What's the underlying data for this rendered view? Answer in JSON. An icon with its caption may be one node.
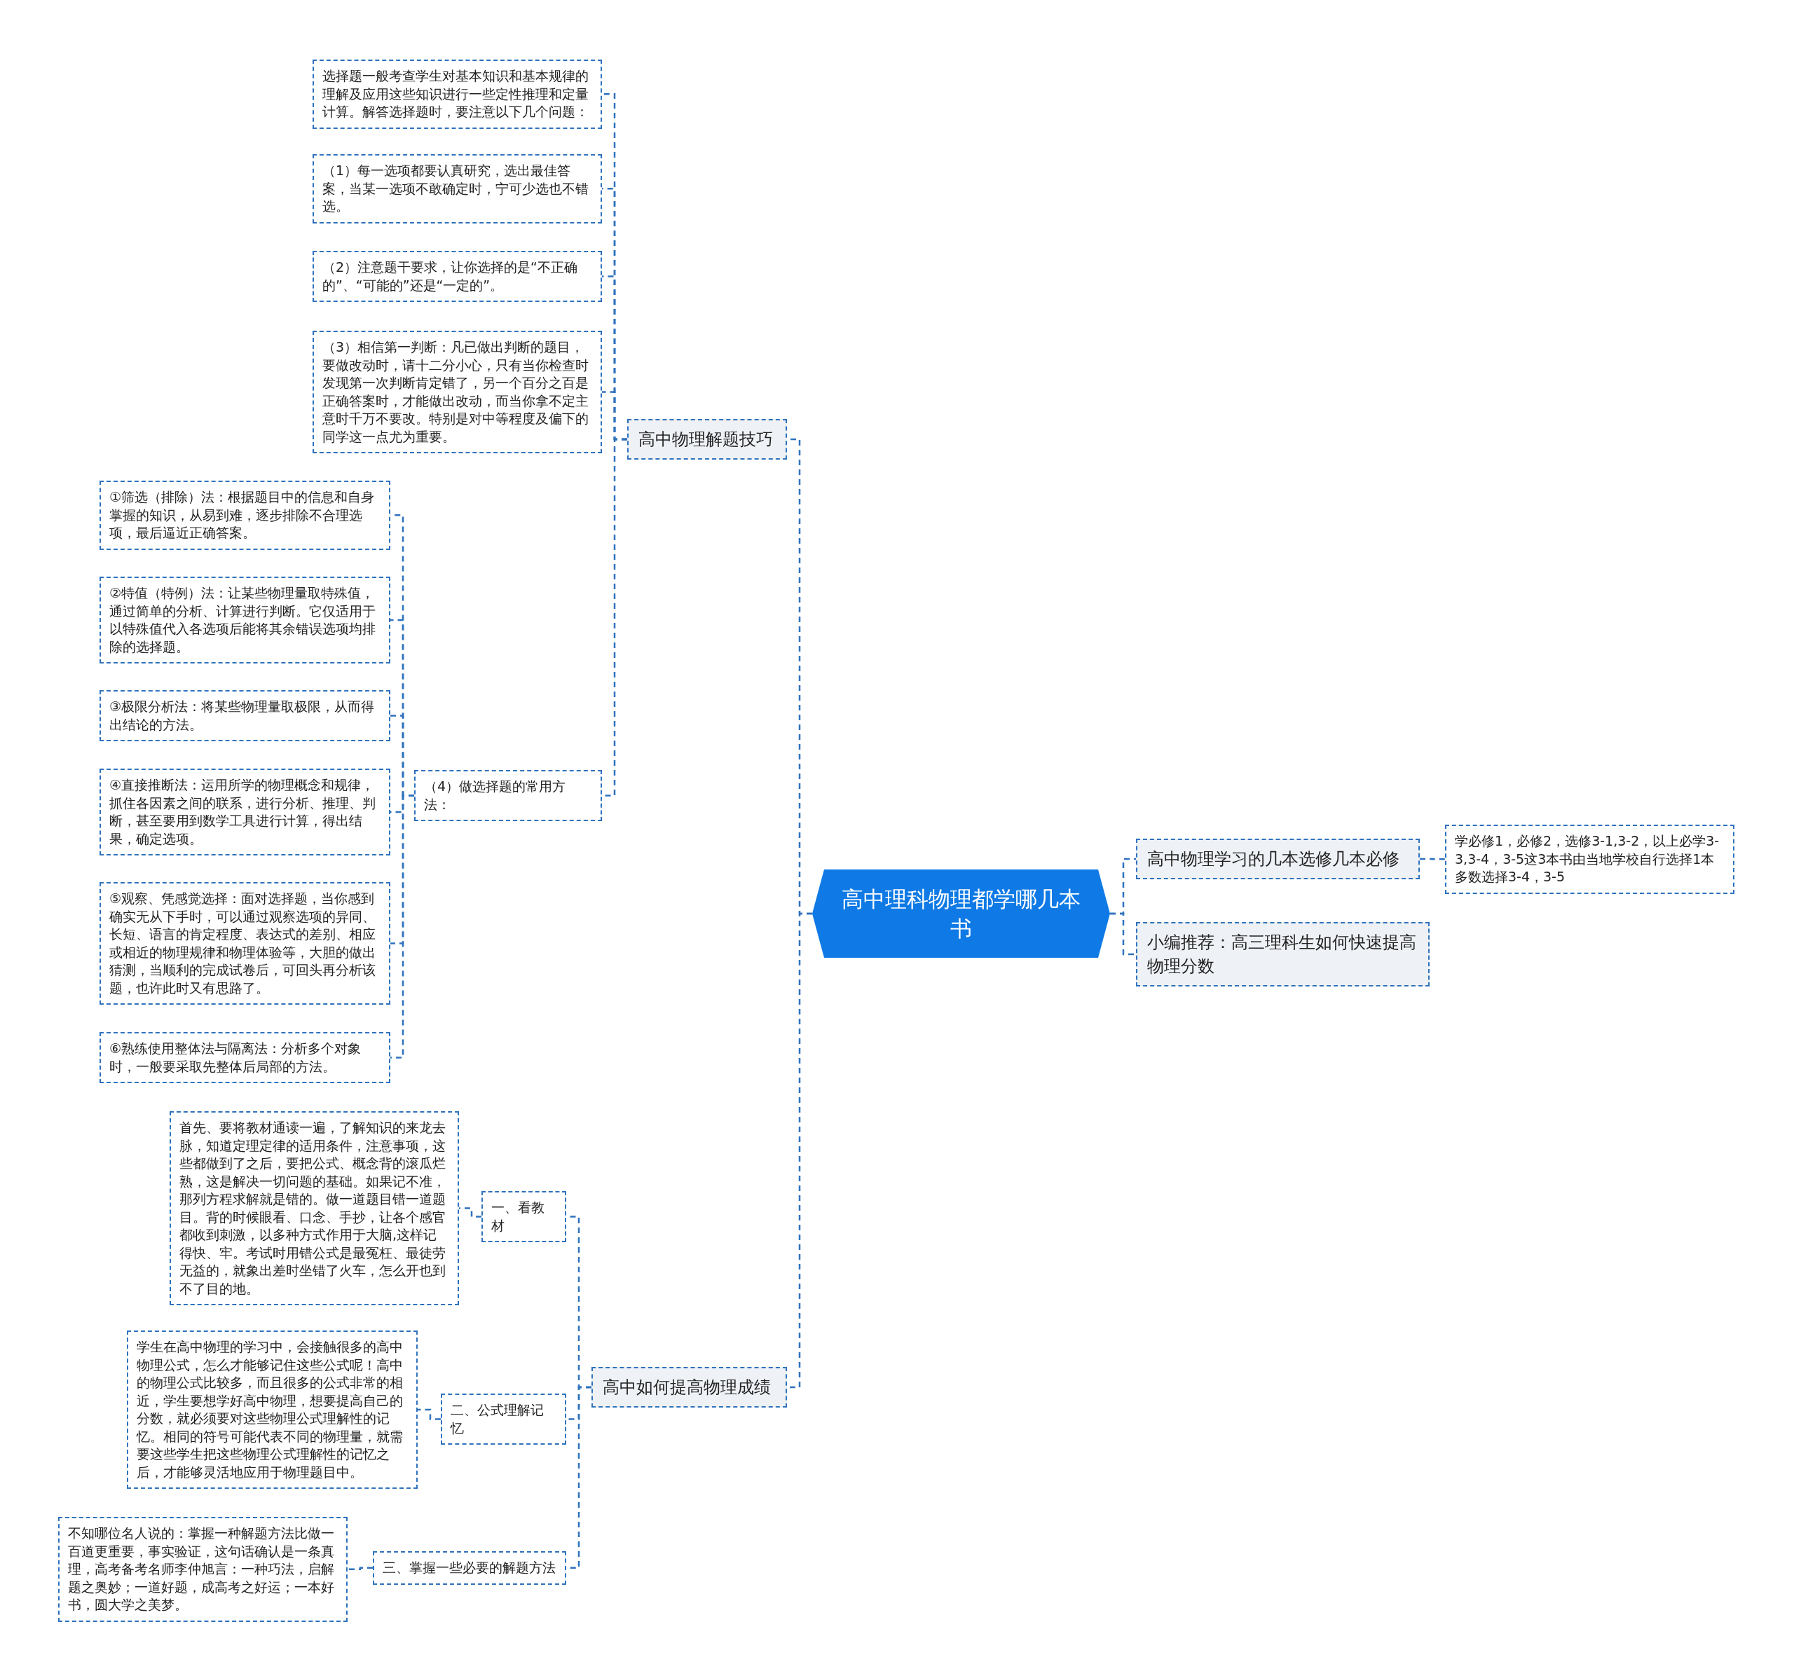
{
  "diagram": {
    "nodes": [
      {
        "text": [
          "高中理科物理都学哪几本书"
        ]
      },
      {
        "text": [
          "高中物理解题技巧"
        ]
      },
      {
        "text": [
          "选择题一般考查学生对基本知识和基本规律的理解及应用这些知识进行一些定性推理和定量计算。解答选择题时，要注意以下几个问题："
        ]
      },
      {
        "text": [
          "（1）每一选项都要认真研究，选出最佳答案，当某一选项不敢确定时，宁可少选也不错选。"
        ]
      },
      {
        "text": [
          "（2）注意题干要求，让你选择的是“不正确的”、“可能的”还是“一定的”。"
        ]
      },
      {
        "text": [
          "（3）相信第一判断：凡已做出判断的题目，要做改动时，请十二分小心，只有当你检查时发现第一次判断肯定错了，另一个百分之百是正确答案时，才能做出改动，而当你拿不定主意时千万不要改。特别是对中等程度及偏下的同学这一点尤为重要。"
        ]
      },
      {
        "text": [
          "（4）做选择题的常用方法："
        ]
      },
      {
        "text": [
          "①筛选（排除）法：根据题目中的信息和自身掌握的知识，从易到难，逐步排除不合理选项，最后逼近正确答案。"
        ]
      },
      {
        "text": [
          "②特值（特例）法：让某些物理量取特殊值，通过简单的分析、计算进行判断。它仅适用于以特殊值代入各选项后能将其余错误选项均排除的选择题。"
        ]
      },
      {
        "text": [
          "③极限分析法：将某些物理量取极限，从而得出结论的方法。"
        ]
      },
      {
        "text": [
          "④直接推断法：运用所学的物理概念和规律，抓住各因素之间的联系，进行分析、推理、判断，甚至要用到数学工具进行计算，得出结果，确定选项。"
        ]
      },
      {
        "text": [
          "⑤观察、凭感觉选择：面对选择题，当你感到确实无从下手时，可以通过观察选项的异同、长短、语言的肯定程度、表达式的差别、相应或相近的物理规律和物理体验等，大胆的做出猜测，当顺利的完成试卷后，可回头再分析该题，也许此时又有思路了。"
        ]
      },
      {
        "text": [
          "⑥熟练使用整体法与隔离法：分析多个对象时，一般要采取先整体后局部的方法。"
        ]
      },
      {
        "text": [
          "高中如何提高物理成绩"
        ]
      },
      {
        "text": [
          "一、看教材"
        ]
      },
      {
        "text": [
          "首先、要将教材通读一遍，了解知识的来龙去脉，知道定理定律的适用条件，注意事项，这些都做到了之后，要把公式、概念背的滚瓜烂熟，这是解决一切问题的基础。如果记不准，那列方程求解就是错的。做一道题目错一道题目。背的时候眼看、口念、手抄，让各个感官都收到刺激，以多种方式作用于大脑,这样记得快、牢。考试时用错公式是最冤枉、最徒劳无益的，就象出差时坐错了火车，怎么开也到不了目的地。"
        ]
      },
      {
        "text": [
          "二、公式理解记忆"
        ]
      },
      {
        "text": [
          "学生在高中物理的学习中，会接触很多的高中物理公式，怎么才能够记住这些公式呢！高中的物理公式比较多，而且很多的公式非常的相近，学生要想学好高中物理，想要提高自己的分数，就必须要对这些物理公式理解性的记忆。相同的符号可能代表不同的物理量，就需要这些学生把这些物理公式理解性的记忆之后，才能够灵活地应用于物理题目中。"
        ]
      },
      {
        "text": [
          "三、掌握一些必要的解题方法"
        ]
      },
      {
        "text": [
          "不知哪位名人说的：掌握一种解题方法比做一百道更重要，事实验证，这句话确认是一条真理，高考备考名师李仲旭言：一种巧法，启解题之奥妙；一道好题，成高考之好运；一本好书，圆大学之美梦。"
        ]
      },
      {
        "text": [
          "高中物理学习的几本选修几本必修"
        ]
      },
      {
        "text": [
          "学必修1，必修2，选修3-1,3-2，以上必学3-3,3-4，3-5这3本书由当地学校自行选择1本多数选择3-4，3-5"
        ]
      },
      {
        "text": [
          "小编推荐：高三理科生如何快速提高物理分数"
        ]
      }
    ],
    "edges": [
      {
        "from": 0,
        "to": 1,
        "arrow": "none"
      },
      {
        "from": 1,
        "to": 2,
        "arrow": "none"
      },
      {
        "from": 1,
        "to": 3,
        "arrow": "none"
      },
      {
        "from": 1,
        "to": 4,
        "arrow": "none"
      },
      {
        "from": 1,
        "to": 5,
        "arrow": "none"
      },
      {
        "from": 1,
        "to": 6,
        "arrow": "none"
      },
      {
        "from": 6,
        "to": 7,
        "arrow": "none"
      },
      {
        "from": 6,
        "to": 8,
        "arrow": "none"
      },
      {
        "from": 6,
        "to": 9,
        "arrow": "none"
      },
      {
        "from": 6,
        "to": 10,
        "arrow": "none"
      },
      {
        "from": 6,
        "to": 11,
        "arrow": "none"
      },
      {
        "from": 6,
        "to": 12,
        "arrow": "none"
      },
      {
        "from": 0,
        "to": 13,
        "arrow": "none"
      },
      {
        "from": 13,
        "to": 14,
        "arrow": "none"
      },
      {
        "from": 14,
        "to": 15,
        "arrow": "none"
      },
      {
        "from": 13,
        "to": 16,
        "arrow": "none"
      },
      {
        "from": 16,
        "to": 17,
        "arrow": "none"
      },
      {
        "from": 13,
        "to": 18,
        "arrow": "none"
      },
      {
        "from": 18,
        "to": 19,
        "arrow": "none"
      },
      {
        "from": 0,
        "to": 20,
        "arrow": "none"
      },
      {
        "from": 20,
        "to": 21,
        "arrow": "none"
      },
      {
        "from": 0,
        "to": 22,
        "arrow": "none"
      }
    ]
  }
}
